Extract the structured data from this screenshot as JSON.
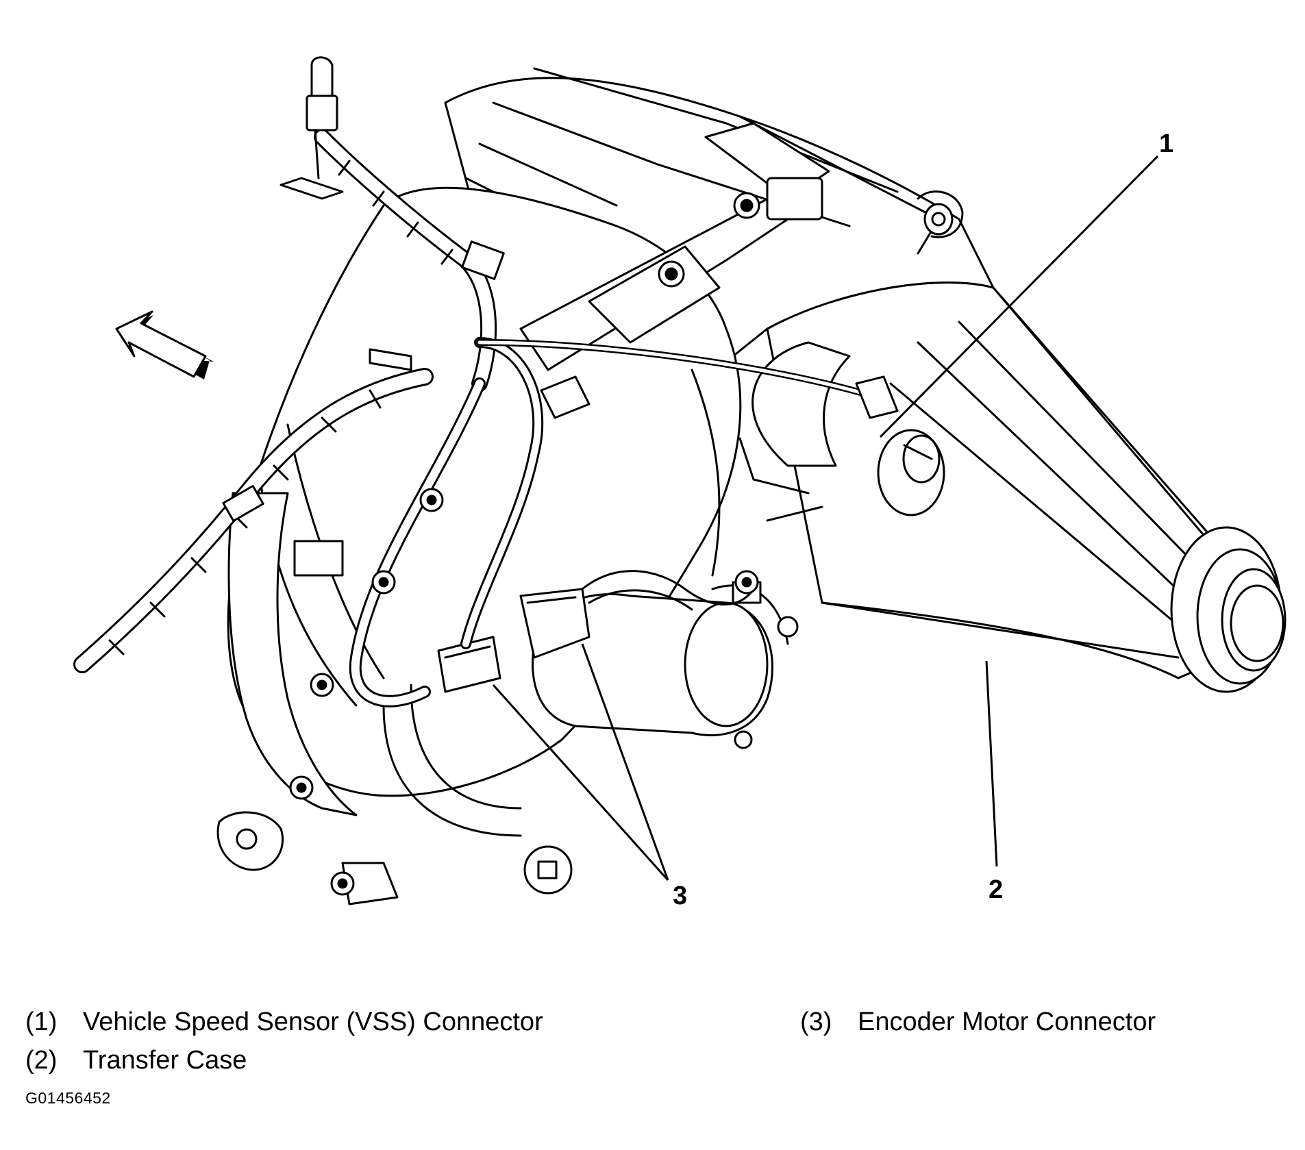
{
  "callouts": [
    {
      "number": "1",
      "part": "vss-connector"
    },
    {
      "number": "2",
      "part": "transfer-case"
    },
    {
      "number": "3",
      "part": "encoder-motor-connector"
    }
  ],
  "legend": [
    {
      "number": "(1)",
      "label": "Vehicle Speed Sensor (VSS) Connector"
    },
    {
      "number": "(2)",
      "label": "Transfer Case"
    },
    {
      "number": "(3)",
      "label": "Encoder Motor Connector"
    }
  ],
  "figure_id": "G01456452",
  "colors": {
    "ink": "#000000",
    "paper": "#ffffff"
  },
  "icons": [
    "direction-arrow-icon"
  ]
}
